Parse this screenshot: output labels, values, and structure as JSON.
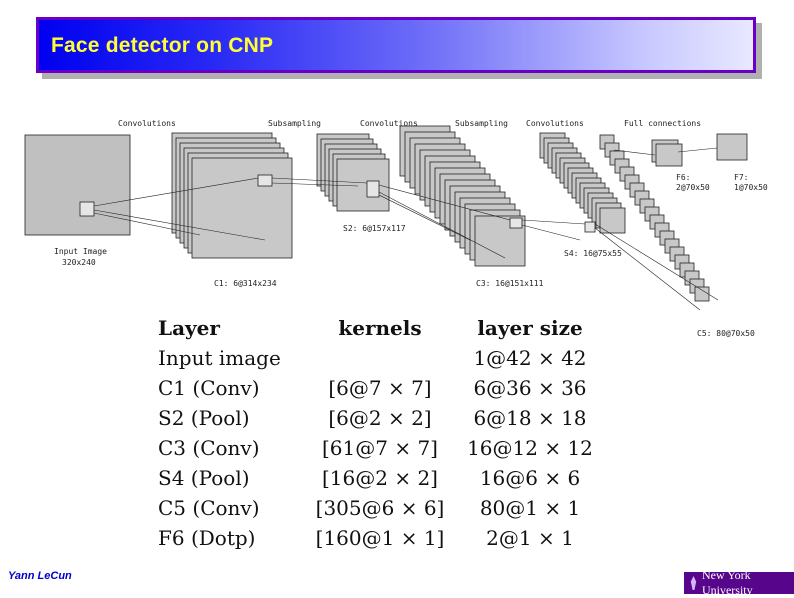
{
  "title": "Face detector on CNP",
  "diagram": {
    "stage_labels": [
      "Convolutions",
      "Subsampling",
      "Convolutions",
      "Subsampling",
      "Convolutions",
      "Full connections"
    ],
    "input_label": "Input Image",
    "input_size": "320x240",
    "map_labels": {
      "c1": "C1: 6@314x234",
      "s2": "S2: 6@157x117",
      "c3": "C3: 16@151x111",
      "s4": "S4: 16@75x55",
      "c5": "C5: 80@70x50",
      "f6_name": "F6:",
      "f6_size": "2@70x50",
      "f7_name": "F7:",
      "f7_size": "1@70x50"
    }
  },
  "table": {
    "headers": [
      "Layer",
      "kernels",
      "layer size"
    ],
    "rows": [
      [
        "Input image",
        "",
        "1@42 × 42"
      ],
      [
        "C1 (Conv)",
        "[6@7 × 7]",
        "6@36 × 36"
      ],
      [
        "S2 (Pool)",
        "[6@2 × 2]",
        "6@18 × 18"
      ],
      [
        "C3 (Conv)",
        "[61@7 × 7]",
        "16@12 × 12"
      ],
      [
        "S4 (Pool)",
        "[16@2 × 2]",
        "16@6 × 6"
      ],
      [
        "C5 (Conv)",
        "[305@6 × 6]",
        "80@1 × 1"
      ],
      [
        "F6 (Dotp)",
        "[160@1 × 1]",
        "2@1 × 1"
      ]
    ]
  },
  "footer": {
    "author": "Yann LeCun",
    "institution": "New York University"
  },
  "colors": {
    "title_text": "#ffff33",
    "title_border": "#6a00c8",
    "map_fill": "#c8c8c8",
    "author": "#0000cc",
    "nyu_purple": "#57068c"
  }
}
